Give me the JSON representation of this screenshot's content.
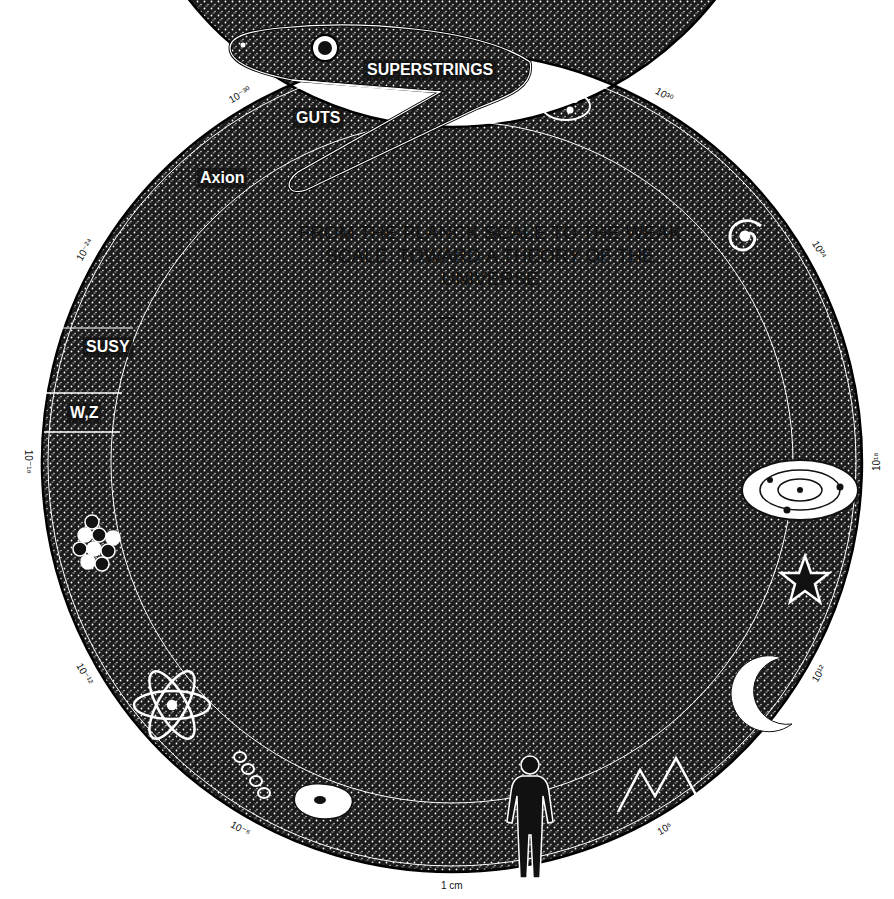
{
  "diagram": {
    "title": "FROM THE PLANCK SCALE TO THE WEAK SCALE: TOWARD A THEORY OF THE UNIVERSE",
    "labels": [
      "SUPERSTRINGS",
      "GUTS",
      "Axion",
      "SUSY",
      "W,Z",
      "10⁻³⁰",
      "10⁻²⁴",
      "10⁻¹⁸",
      "10⁻¹²",
      "10⁻⁶",
      "1 cm",
      "10⁶",
      "10¹²",
      "10¹⁸",
      "10²⁴",
      "10³⁰"
    ]
  }
}
